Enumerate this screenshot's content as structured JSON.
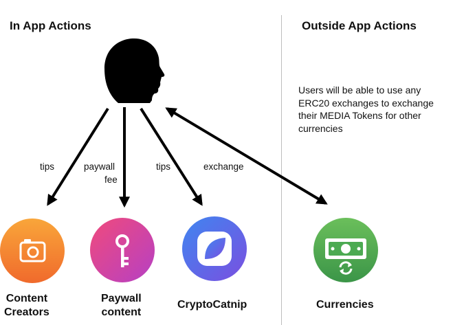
{
  "headings": {
    "in_app": "In App Actions",
    "outside_app": "Outside App Actions"
  },
  "note": "Users will be able to use any ERC20 exchanges to exchange their MEDIA Tokens for other currencies",
  "edges": {
    "tips_left": "tips",
    "paywall_fee_line1": "paywall",
    "paywall_fee_line2": "fee",
    "tips_right": "tips",
    "exchange": "exchange"
  },
  "nodes": {
    "content_creators_line1": "Content",
    "content_creators_line2": "Creators",
    "paywall_content_line1": "Paywall",
    "paywall_content_line2": "content",
    "cryptocatnip": "CryptoCatnip",
    "currencies": "Currencies"
  },
  "icons": {
    "user": "user-head-silhouette-icon",
    "content_creators": "camera-icon",
    "paywall_content": "key-icon",
    "cryptocatnip": "leaf-app-icon",
    "currencies": "banknote-exchange-icon"
  },
  "colors": {
    "camera_gradient": [
      "#f9a63a",
      "#f06a2c"
    ],
    "key_gradient": [
      "#f04a7c",
      "#b640c4"
    ],
    "leaf_gradient": [
      "#3f86f0",
      "#7a4fe0"
    ],
    "currency_gradient": [
      "#6bbf5b",
      "#3b9548"
    ]
  }
}
